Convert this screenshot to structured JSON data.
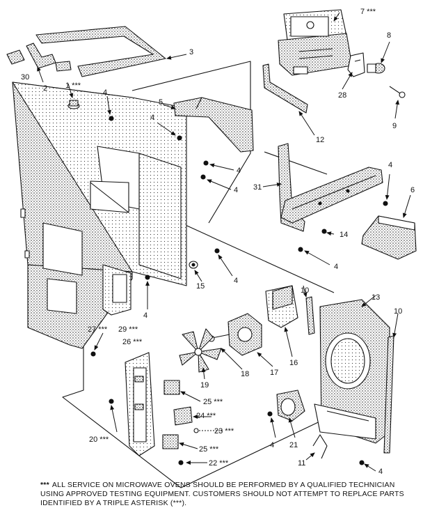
{
  "callouts": {
    "p1": "1 ***",
    "p2": "2",
    "p3": "3",
    "p4": "4",
    "p5": "5",
    "p6": "6",
    "p7": "7 ***",
    "p8": "8",
    "p9": "9",
    "p10": "10",
    "p11": "11",
    "p12": "12",
    "p13": "13",
    "p14": "14",
    "p15": "15",
    "p16": "16",
    "p17": "17",
    "p18": "18",
    "p19": "19",
    "p20": "20 ***",
    "p21": "21",
    "p22": "22 ***",
    "p23": "23 ***",
    "p24": "24 ***",
    "p25": "25 ***",
    "p26": "26 ***",
    "p27": "27 ***",
    "p28": "28",
    "p29": "29 ***",
    "p30": "30",
    "p31": "31"
  },
  "footnote": {
    "marker": "***",
    "text": "ALL SERVICE ON MICROWAVE OVENS SHOULD BE PERFORMED BY A QUALIFIED TECHNICIAN USING APPROVED TESTING EQUIPMENT. CUSTOMERS SHOULD NOT ATTEMPT TO REPLACE PARTS IDENTIFIED BY A TRIPLE ASTERISK (***)."
  },
  "colors": {
    "ink": "#111111",
    "paper": "#ffffff"
  }
}
